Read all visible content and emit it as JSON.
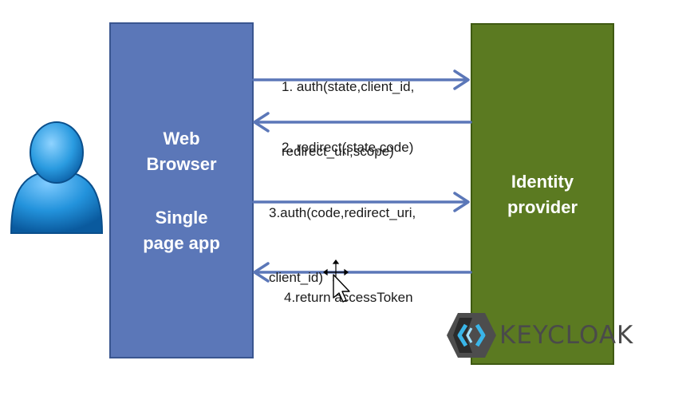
{
  "boxes": {
    "browser": {
      "title_line1": "Web",
      "title_line2": "Browser",
      "subtitle_line1": "Single",
      "subtitle_line2": "page app"
    },
    "identity_provider": {
      "title_line1": "Identity",
      "title_line2": "provider"
    }
  },
  "messages": [
    {
      "line1": "1. auth(state,client_id,",
      "line2": "redirect_uri,scope)",
      "direction": "to-identity-provider"
    },
    {
      "line1": "2. redirect(state,code)",
      "line2": "",
      "direction": "to-browser"
    },
    {
      "line1": "3.auth(code,redirect_uri,",
      "line2": "client_id)",
      "direction": "to-identity-provider"
    },
    {
      "line1": "4.return accessToken",
      "line2": "",
      "direction": "to-browser"
    }
  ],
  "logo": {
    "text": "KEYCLOAK"
  },
  "colors": {
    "browser_fill": "#5b77b8",
    "identity_provider_fill": "#5b7a21",
    "arrow": "#5b77b8",
    "user_icon": "#1f8fd6"
  },
  "icons": {
    "actor": "user-icon",
    "cursor": "mouse-pointer-icon",
    "logo": "keycloak-logo-icon"
  }
}
